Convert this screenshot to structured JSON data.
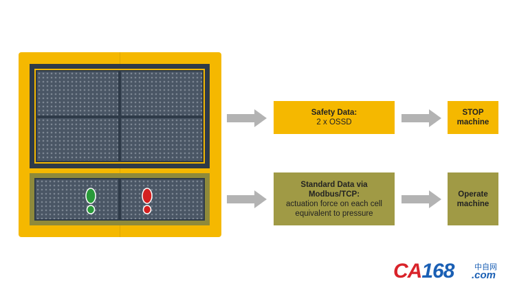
{
  "safety_box": {
    "title": "Safety Data:",
    "detail": "2 x OSSD"
  },
  "stop_box": {
    "line1": "STOP",
    "line2": "machine"
  },
  "standard_box": {
    "title1": "Standard Data via",
    "title2": "Modbus/TCP:",
    "detail1": "actuation force on each cell",
    "detail2": "equivalent to pressure"
  },
  "operate_box": {
    "line1": "Operate",
    "line2": "machine"
  },
  "logo": {
    "ca": "CA",
    "num": "168",
    "cn": "中自网",
    "com": ".com"
  },
  "colors": {
    "yellow": "#f5b800",
    "olive": "#a09a45",
    "arrow": "#b3b3b3",
    "left_foot": "#2a9a3a",
    "right_foot": "#d32020"
  }
}
